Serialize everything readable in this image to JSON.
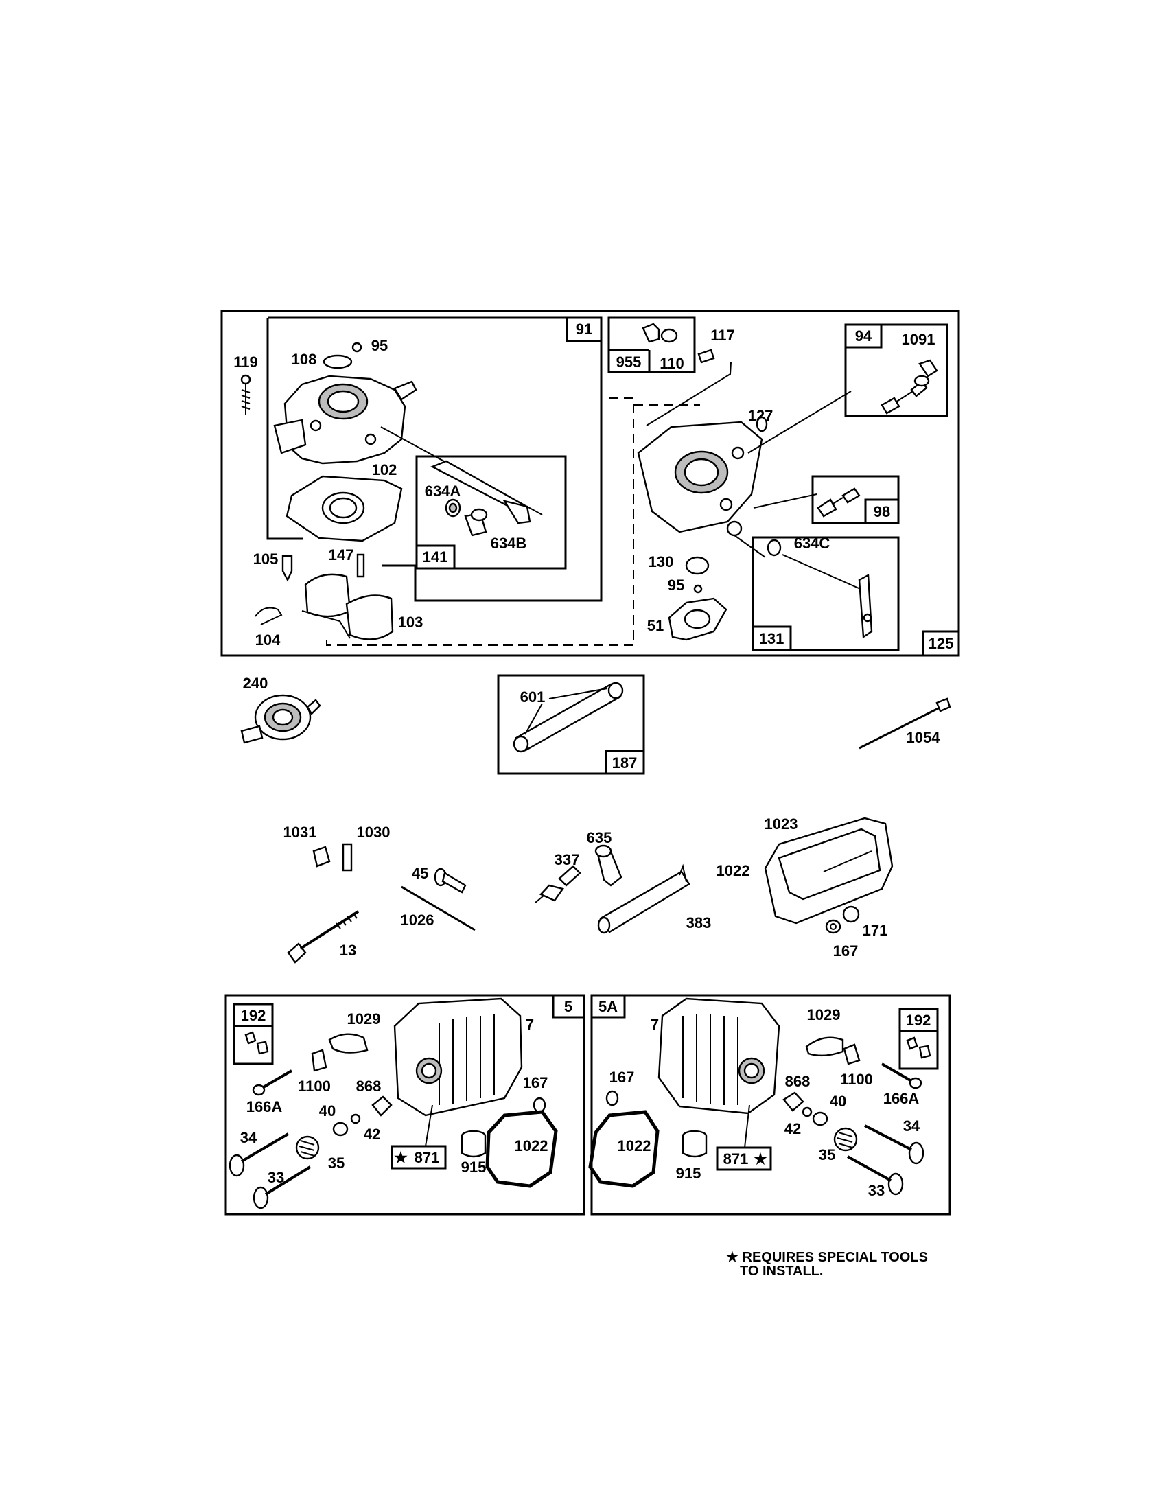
{
  "frames": {
    "carb_assembly": "125",
    "throttle_body": "91",
    "throttle_shaft_kit": "141",
    "bushing_kit": "955",
    "idle_kit": "94",
    "adjust_kit": "98",
    "choke_kit": "131",
    "fuel_line_kit": "187",
    "cyl_head": "5",
    "cyl_head_alt": "5A",
    "fastener_kit": "192",
    "fastener_kit_alt": "192"
  },
  "labels": {
    "p119": "119",
    "p108": "108",
    "p95a": "95",
    "p102": "102",
    "p634a": "634A",
    "p634b": "634B",
    "p105": "105",
    "p147": "147",
    "p104": "104",
    "p103": "103",
    "p110": "110",
    "p117": "117",
    "p1091": "1091",
    "p127": "127",
    "p130": "130",
    "p95b": "95",
    "p51": "51",
    "p634c": "634C",
    "p240": "240",
    "p601": "601",
    "p1054": "1054",
    "p1031": "1031",
    "p1030": "1030",
    "p45": "45",
    "p1026": "1026",
    "p13": "13",
    "p635": "635",
    "p337": "337",
    "p383": "383",
    "p1023": "1023",
    "p1022": "1022",
    "p171": "171",
    "p167": "167",
    "h1029": "1029",
    "h7": "7",
    "h1100": "1100",
    "h868": "868",
    "h166a": "166A",
    "h40": "40",
    "h42": "42",
    "h167": "167",
    "h34": "34",
    "h35": "35",
    "h33": "33",
    "h871": "871",
    "h915": "915",
    "h1022": "1022",
    "g7": "7",
    "g1029": "1029",
    "g167": "167",
    "g1100": "1100",
    "g868": "868",
    "g40": "40",
    "g166a": "166A",
    "g1022": "1022",
    "g42": "42",
    "g35": "35",
    "g34": "34",
    "g915": "915",
    "g871": "871",
    "g33": "33"
  },
  "note": {
    "star": "★",
    "line1": "REQUIRES SPECIAL TOOLS",
    "line2": "TO INSTALL."
  }
}
